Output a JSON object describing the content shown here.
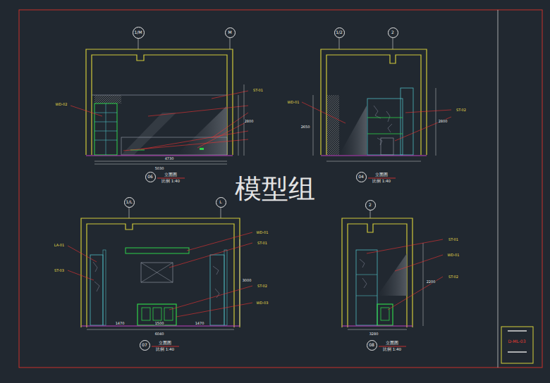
{
  "diagram": {
    "nodes": [
      {
        "text": [
          "1/M"
        ]
      },
      {
        "text": [
          "M"
        ]
      },
      {
        "text": [
          "1/2"
        ]
      },
      {
        "text": [
          "2"
        ]
      },
      {
        "text": [
          "1/L"
        ]
      },
      {
        "text": [
          "L"
        ]
      },
      {
        "text": [
          "2"
        ]
      },
      {
        "text": [
          "06"
        ]
      },
      {
        "text": [
          "04"
        ]
      },
      {
        "text": [
          "07"
        ]
      },
      {
        "text": [
          "08"
        ]
      }
    ],
    "edges": [],
    "labels": [
      "模型组",
      "立面图",
      "比例 1:40",
      "立面图",
      "比例 1:40",
      "立面图",
      "比例 1:40",
      "立面图",
      "比例 1:40",
      "4730",
      "5030",
      "2800",
      "2650",
      "2800",
      "6040",
      "1470",
      "1500",
      "1470",
      "3000",
      "3280",
      "2200",
      "WD-02",
      "ST-01",
      "WD-01",
      "ST-02",
      "LA-01",
      "ST-03",
      "WD-01",
      "ST-01",
      "ST-02",
      "WD-03",
      "ST-01",
      "WD-01",
      "ST-02",
      "D-ML-03"
    ]
  }
}
